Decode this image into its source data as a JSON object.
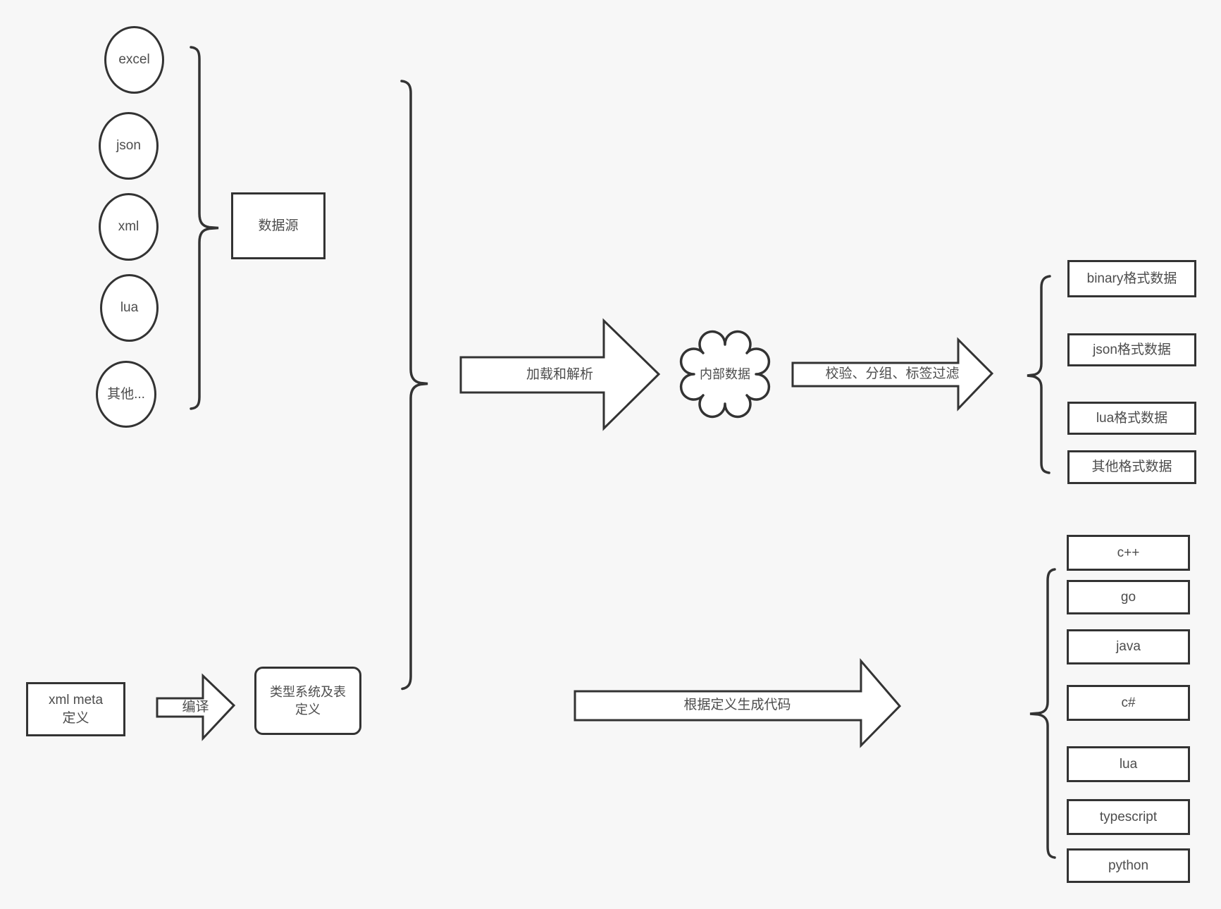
{
  "colors": {
    "background": "#f7f7f7",
    "stroke": "#333333",
    "fill": "#ffffff",
    "text": "#4d4d4d"
  },
  "source_nodes": [
    {
      "label": "excel"
    },
    {
      "label": "json"
    },
    {
      "label": "xml"
    },
    {
      "label": "lua"
    },
    {
      "label": "其他..."
    }
  ],
  "data_source_label": "数据源",
  "cloud_label": "内部数据",
  "arrows": {
    "load_parse": "加载和解析",
    "filter": "校验、分组、标签过滤",
    "compile": "编译",
    "codegen": "根据定义生成代码"
  },
  "format_nodes": [
    {
      "label": "binary格式数据"
    },
    {
      "label": "json格式数据"
    },
    {
      "label": "lua格式数据"
    },
    {
      "label": "其他格式数据"
    }
  ],
  "meta_label": "xml meta定义",
  "type_system_label": "类型系统及表定义",
  "language_nodes": [
    {
      "label": "c++"
    },
    {
      "label": "go"
    },
    {
      "label": "java"
    },
    {
      "label": "c#"
    },
    {
      "label": "lua"
    },
    {
      "label": "typescript"
    },
    {
      "label": "python"
    }
  ]
}
